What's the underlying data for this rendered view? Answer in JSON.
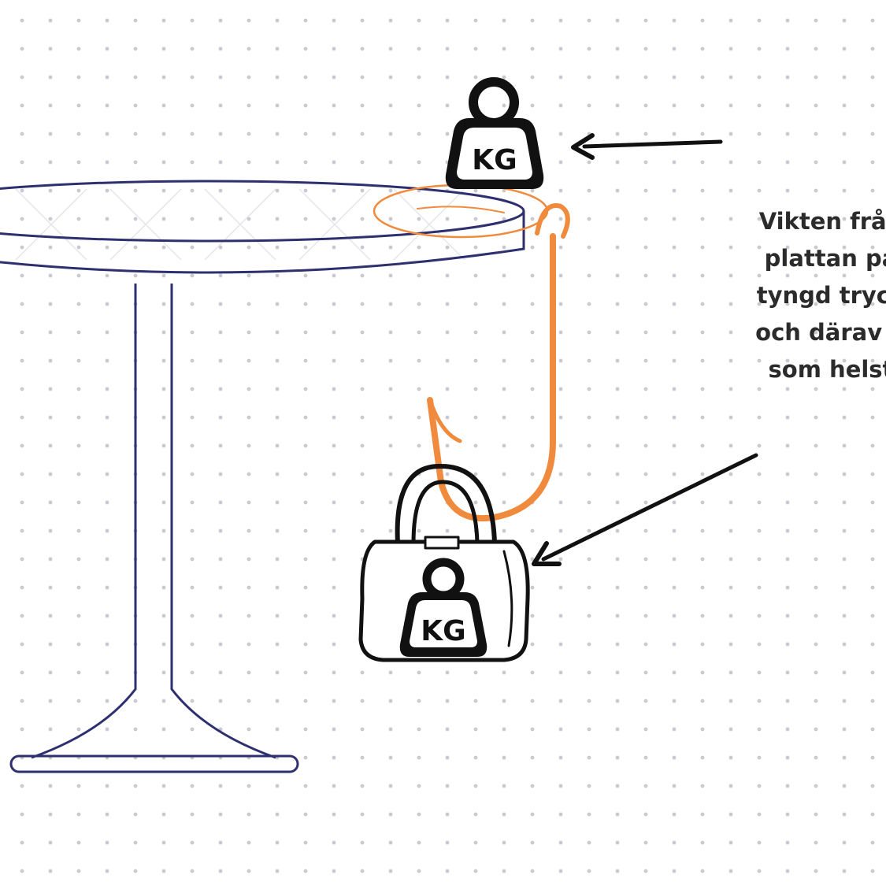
{
  "labels": {
    "weight_top": "KG",
    "weight_bag": "KG"
  },
  "caption": [
    "Vikten från",
    "plattan på",
    "tyngd tryck",
    "och därav h",
    "som helst"
  ],
  "colors": {
    "table_outline": "#2e2f6e",
    "hook_orange": "#f08a3c",
    "ink": "#111111",
    "grid_dot": "#c9c9d2"
  },
  "icons": [
    "weight-icon",
    "handbag-icon",
    "table-hook-icon",
    "arrow-icon"
  ]
}
